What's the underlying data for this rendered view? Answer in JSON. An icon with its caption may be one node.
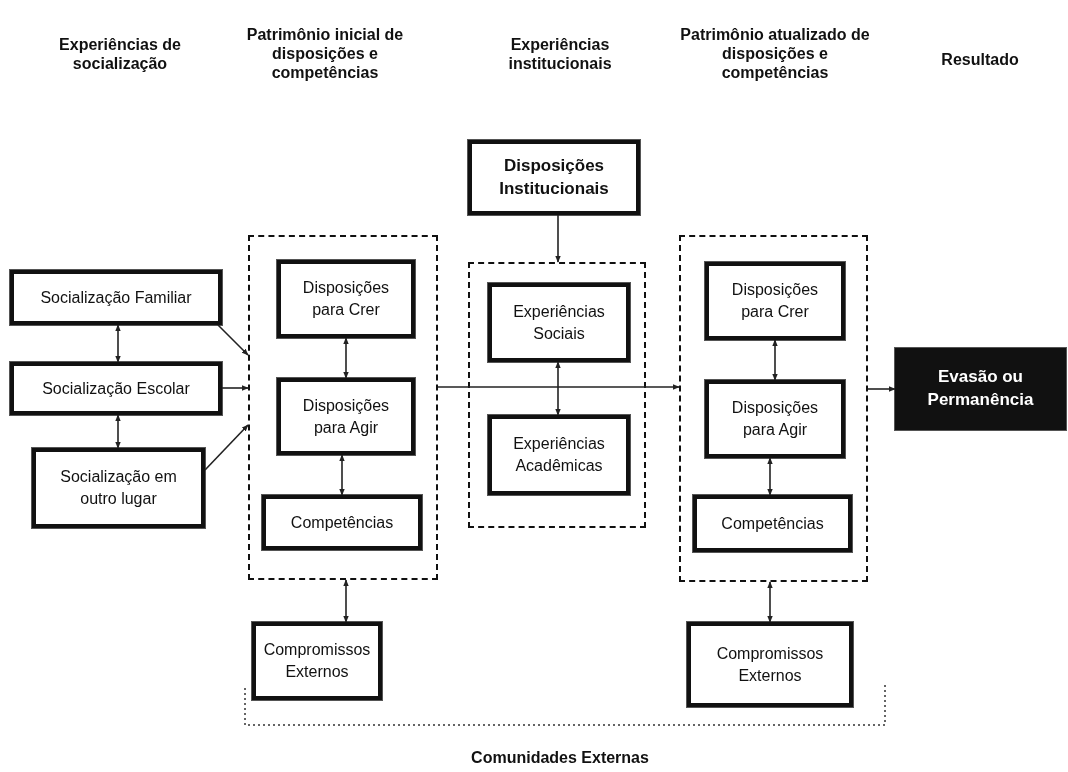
{
  "diagram": {
    "nodes": [
      {
        "text": [
          "Socialização Familiar"
        ]
      },
      {
        "text": [
          "Socialização Escolar"
        ]
      },
      {
        "text": [
          "Socialização em outro lugar"
        ]
      },
      {
        "text": [],
        "shape": "box"
      },
      {
        "text": [
          "Disposições para Crer"
        ],
        "in": 3
      },
      {
        "text": [
          "Disposições para Agir"
        ],
        "in": 3
      },
      {
        "text": [
          "Competências"
        ],
        "in": 3
      },
      {
        "text": [
          "Compromissos Externos"
        ]
      },
      {
        "text": [
          "Disposições Institucionais"
        ]
      },
      {
        "text": [],
        "shape": "box"
      },
      {
        "text": [
          "Experiências Sociais"
        ],
        "in": 9
      },
      {
        "text": [
          "Experiências Acadêmicas"
        ],
        "in": 9
      },
      {
        "text": [],
        "shape": "box"
      },
      {
        "text": [
          "Disposições para Crer"
        ],
        "in": 12
      },
      {
        "text": [
          "Disposições para Agir"
        ],
        "in": 12
      },
      {
        "text": [
          "Competências"
        ],
        "in": 12
      },
      {
        "text": [
          "Compromissos Externos"
        ]
      },
      {
        "text": [
          "Evasão ou Permanência"
        ]
      }
    ],
    "edges": [
      {
        "from": 0,
        "to": 1,
        "arrow": "both"
      },
      {
        "from": 1,
        "to": 2,
        "arrow": "both"
      },
      {
        "from": 0,
        "to": 3,
        "arrow": "to"
      },
      {
        "from": 1,
        "to": 3,
        "arrow": "to"
      },
      {
        "from": 2,
        "to": 3,
        "arrow": "to"
      },
      {
        "from": 4,
        "to": 5,
        "arrow": "both"
      },
      {
        "from": 5,
        "to": 6,
        "arrow": "both"
      },
      {
        "from": 3,
        "to": 7,
        "arrow": "both"
      },
      {
        "from": 8,
        "to": 9,
        "arrow": "to"
      },
      {
        "from": 11,
        "to": 10,
        "arrow": "both"
      },
      {
        "from": 3,
        "to": 12,
        "arrow": "to"
      },
      {
        "from": 13,
        "to": 14,
        "arrow": "both"
      },
      {
        "from": 14,
        "to": 15,
        "arrow": "both"
      },
      {
        "from": 12,
        "to": 16,
        "arrow": "both"
      },
      {
        "from": 12,
        "to": 17,
        "arrow": "to"
      }
    ],
    "labels": [
      "Experiências de socialização",
      "Patrimônio inicial de disposições e competências",
      "Experiências institucionais",
      "Patrimônio atualizado de disposições e competências",
      "Resultado",
      "Comunidades Externas"
    ]
  }
}
